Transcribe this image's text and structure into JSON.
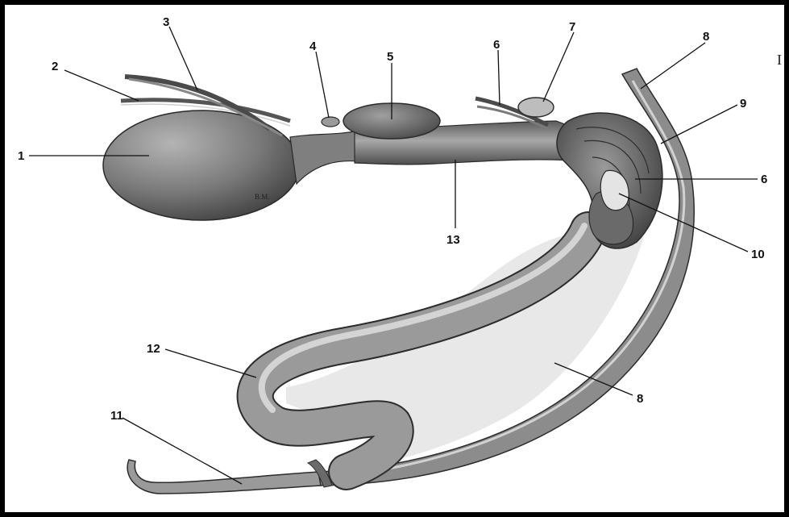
{
  "figure": {
    "signature": "B.M.",
    "edge_mark": "I",
    "labels": {
      "l1": "1",
      "l2": "2",
      "l3": "3",
      "l4": "4",
      "l5": "5",
      "l6a": "6",
      "l6b": "6",
      "l7": "7",
      "l8a": "8",
      "l8b": "8",
      "l9": "9",
      "l10": "10",
      "l11": "11",
      "l12": "12",
      "l13": "13"
    }
  },
  "colors": {
    "border": "#000000",
    "background": "#ffffff",
    "organ_fill": "#8f8f8f",
    "organ_dark": "#4a4a4a",
    "organ_light": "#c9c9c9",
    "membrane": "#e6e6e6"
  }
}
